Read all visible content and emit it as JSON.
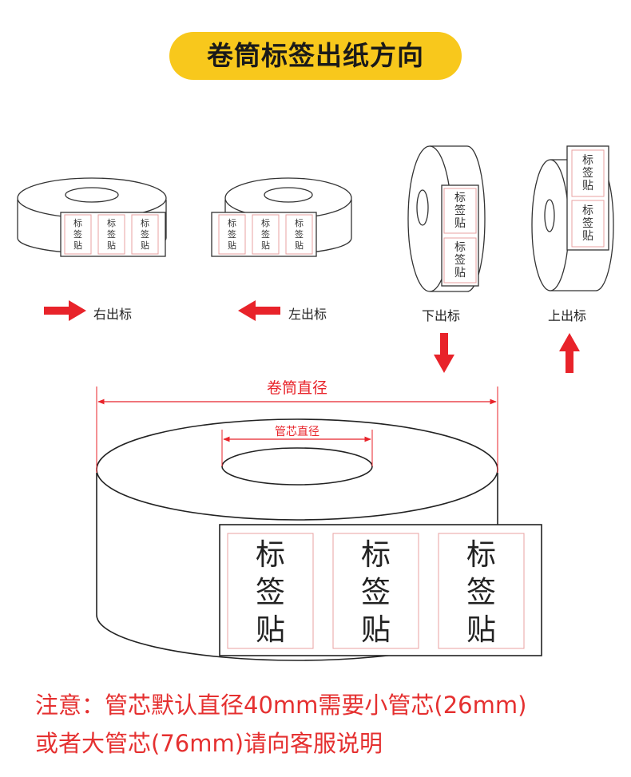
{
  "title": "卷筒标签出纸方向",
  "small_roll_label": {
    "line1": "标",
    "line2": "签",
    "line3": "贴"
  },
  "directions": {
    "right": "右出标",
    "left": "左出标",
    "down": "下出标",
    "up": "上出标"
  },
  "big_roll": {
    "roll_diameter_label": "卷筒直径",
    "core_diameter_label": "管芯直径"
  },
  "note": {
    "line1": "注意：管芯默认直径40mm需要小管芯(26mm)",
    "line2": "或者大管芯(76mm)请向客服说明"
  },
  "colors": {
    "accent_yellow": "#f8c81c",
    "arrow_red": "#e8232a",
    "note_red": "#e53030",
    "label_border": "#e8a0a0"
  }
}
